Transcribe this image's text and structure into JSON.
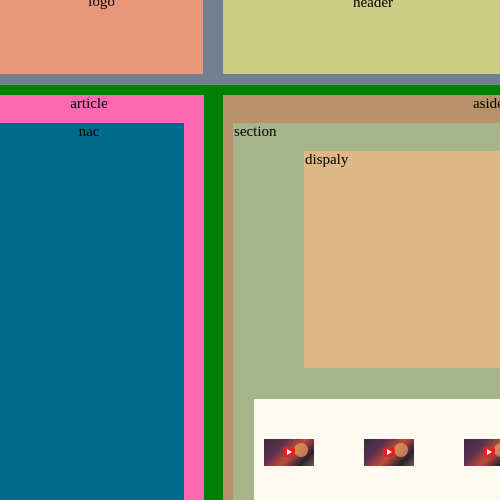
{
  "top": {
    "logo_label": "logo",
    "header_label": "header"
  },
  "article": {
    "label": "article",
    "nav_label": "nac"
  },
  "aside": {
    "label": "aside",
    "section_label": "section",
    "display_label": "dispaly"
  },
  "gallery": {
    "thumbnails": [
      {
        "icon": "video-thumbnail"
      },
      {
        "icon": "video-thumbnail"
      },
      {
        "icon": "video-thumbnail"
      }
    ]
  },
  "colors": {
    "background": "#008000",
    "top_band": "#708090",
    "logo": "#e9967a",
    "header": "#cdcd88",
    "article": "#ff69b4",
    "nav": "#006b8a",
    "aside": "#b8936a",
    "section": "#a6b48a",
    "display": "#deb887",
    "gallery": "#fffaf0"
  }
}
